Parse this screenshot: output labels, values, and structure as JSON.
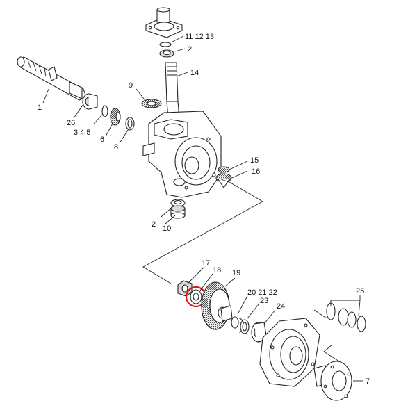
{
  "diagram": {
    "labels": {
      "c1": "1",
      "c26": "26",
      "c345": "3 4 5",
      "c6": "6",
      "c8": "8",
      "c9": "9",
      "c111213": "11 12 13",
      "c2a": "2",
      "c14": "14",
      "c15": "15",
      "c16": "16",
      "c2b": "2",
      "c10": "10",
      "c17": "17",
      "c18": "18",
      "c19": "19",
      "c202122": "20 21 22",
      "c23": "23",
      "c24": "24",
      "c25": "25",
      "c7": "7"
    },
    "highlight_color": "#d7191c"
  }
}
